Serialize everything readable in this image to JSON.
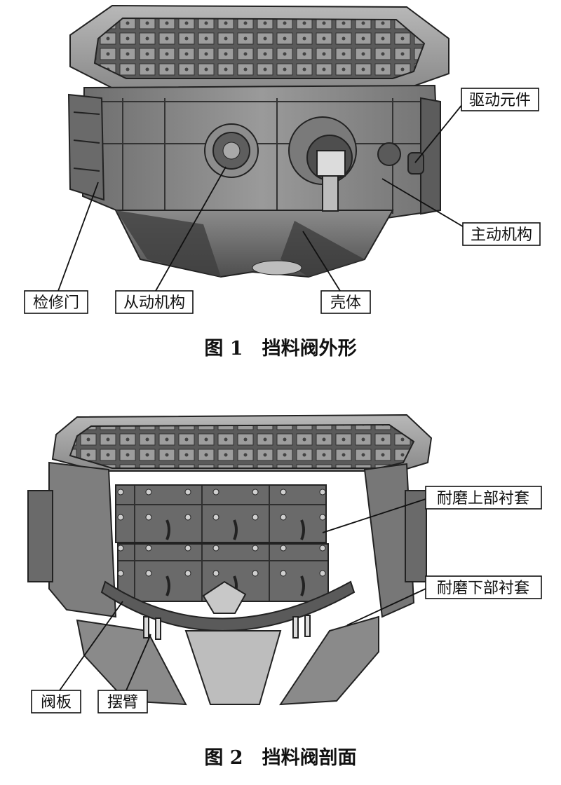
{
  "figure1": {
    "caption": "图 1　挡料阀外形",
    "labels": {
      "drive_element": "驱动元件",
      "active_mechanism": "主动机构",
      "inspection_door": "检修门",
      "driven_mechanism": "从动机构",
      "shell": "壳体"
    }
  },
  "figure2": {
    "caption": "图 2　挡料阀剖面",
    "labels": {
      "upper_liner": "耐磨上部衬套",
      "lower_liner": "耐磨下部衬套",
      "valve_plate": "阀板",
      "swing_arm": "摆臂"
    }
  },
  "colors": {
    "ink": "#111111",
    "metal_light": "#a9a9a9",
    "metal_mid": "#7d7d7d",
    "metal_dark": "#4a4a4a"
  }
}
